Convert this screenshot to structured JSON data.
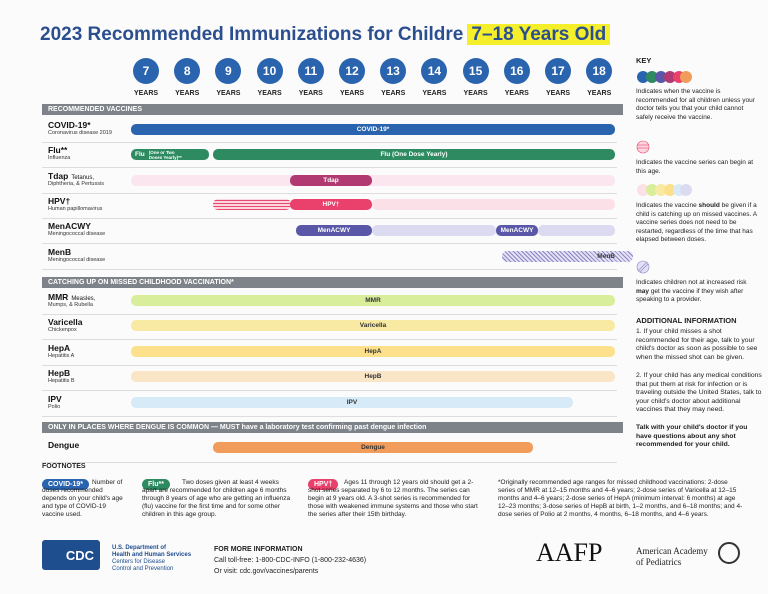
{
  "title": {
    "main": "2023 Recommended Immunizations for Childre",
    "highlight": "7–18 Years Old"
  },
  "ages": [
    "7",
    "8",
    "9",
    "10",
    "11",
    "12",
    "13",
    "14",
    "15",
    "16",
    "17",
    "18"
  ],
  "age_label": "YEARS",
  "sections": {
    "recommended": "RECOMMENDED VACCINES",
    "catchup": "CATCHING UP ON MISSED CHILDHOOD VACCINATION*",
    "dengue_area": "ONLY IN PLACES WHERE DENGUE IS COMMON — MUST have a laboratory test confirming past dengue infection"
  },
  "vaccines": [
    {
      "name": "COVID-19*",
      "sub": "Coronavirus disease 2019",
      "bar": "COVID-19*"
    },
    {
      "name": "Flu**",
      "sub": "Influenza",
      "bar_a": "Flu",
      "bar_a2": "(One or Two Doses Yearly)**",
      "bar": "Flu (One Dose Yearly)"
    },
    {
      "name": "Tdap",
      "small": "Tetanus,",
      "sub": "Diphtheria, & Pertussis",
      "bar": "Tdap"
    },
    {
      "name": "HPV†",
      "sub": "Human papillomavirus",
      "bar": "HPV†"
    },
    {
      "name": "MenACWY",
      "sub": "Meningococcal disease",
      "bar": "MenACWY",
      "bar2": "MenACWY"
    },
    {
      "name": "MenB",
      "sub": "Meningococcal disease",
      "bar": "MenB"
    },
    {
      "name": "MMR",
      "small": "Measles,",
      "sub": "Mumps, & Rubella",
      "bar": "MMR"
    },
    {
      "name": "Varicella",
      "sub": "Chickenpox",
      "bar": "Varicella"
    },
    {
      "name": "HepA",
      "sub": "Hepatitis A",
      "bar": "HepA"
    },
    {
      "name": "HepB",
      "sub": "Hepatitis B",
      "bar": "HepB"
    },
    {
      "name": "IPV",
      "sub": "Polio",
      "bar": "IPV"
    },
    {
      "name": "Dengue",
      "sub": "",
      "bar": "Dengue"
    }
  ],
  "key": {
    "title": "KEY",
    "k1": "Indicates when the vaccine is recommended for all children unless your doctor tells you that your child cannot safely receive the vaccine.",
    "k2": "Indicates the vaccine series can begin at this age.",
    "k3a": "Indicates the vaccine ",
    "k3b": "should",
    "k3c": " be given if a child is catching up on missed vaccines. A vaccine series does not need to be restarted, regardless of the time that has elapsed between doses.",
    "k4a": "Indicates children not at increased risk ",
    "k4b": "may",
    "k4c": " get the vaccine if they wish after speaking to a provider."
  },
  "additional": {
    "title": "ADDITIONAL INFORMATION",
    "p1": "1. If your child misses a shot recommended for their age, talk to your child's doctor as soon as possible to see when the missed shot can be given.",
    "p2": "2. If your child has any medical conditions that put them at risk for infection or is traveling outside the United States, talk to your child's doctor about additional vaccines that they may need.",
    "p3": "Talk with your child's doctor if you have questions about any shot recommended for your child."
  },
  "footnotes": {
    "title": "FOOTNOTES",
    "covid_pill": "COVID-19*",
    "covid_txt": "Number of doses recommended depends on your child's age and type of COVID-19 vaccine used.",
    "flu_pill": "Flu**",
    "flu_txt": "Two doses given at least 4 weeks apart are recommended for children age 6 months through 8 years of age who are getting an influenza (flu) vaccine for the first time and for some other children in this age group.",
    "hpv_pill": "HPV†",
    "hpv_txt": "Ages 11 through 12 years old should get a 2-shot series separated by 6 to 12 months. The series can begin at 9 years old. A 3-shot series is recommended for those with weakened immune systems and those who start the series after their 15th birthday.",
    "catch_txt": "*Originally recommended age ranges for missed childhood vaccinations: 2-dose series of MMR at 12–15 months and 4–6 years; 2-dose series of Varicella at 12–15 months and 4–6 years; 2-dose series of HepA (minimum interval: 6 months) at age 12–23 months; 3-dose series of HepB at birth, 1–2 months, and 6–18 months; and 4-dose series of Polio at 2 months, 4 months, 6–18 months, and 4–6 years."
  },
  "bottom": {
    "cdc": "CDC",
    "hhs1": "U.S. Department of",
    "hhs2": "Health and Human Services",
    "hhs3": "Centers for Disease",
    "hhs4": "Control and Prevention",
    "more_title": "FOR MORE INFORMATION",
    "phone": "Call toll-free: 1-800-CDC-INFO (1-800-232-4636)",
    "web": "Or visit: cdc.gov/vaccines/parents",
    "aafp": "AAFP",
    "aap1": "American Academy",
    "aap2": "of Pediatrics"
  },
  "colors": {
    "blue": "#2b64ae",
    "green": "#2e8b61",
    "purple": "#5a57a8",
    "magenta": "#d5306f",
    "catchup": "#f7d46a",
    "orange": "#f29c5b"
  }
}
